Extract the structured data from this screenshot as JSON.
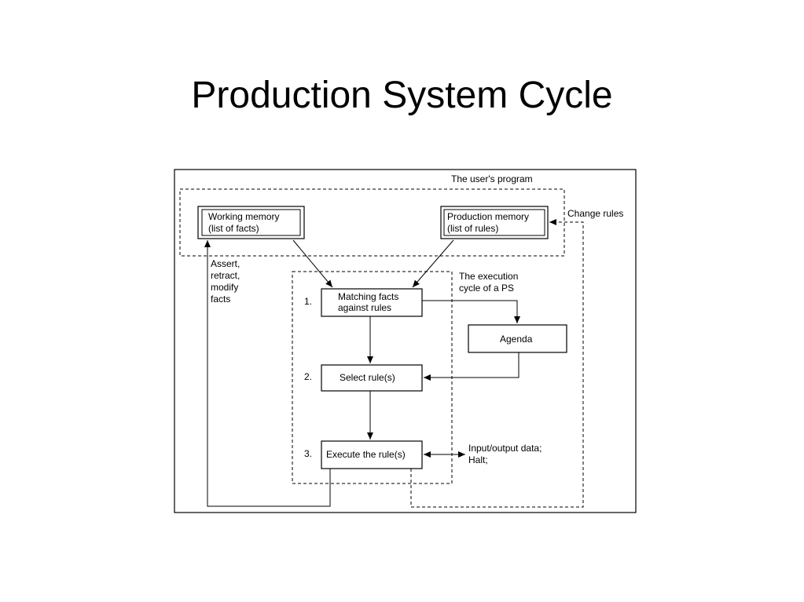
{
  "slide": {
    "title": "Production System Cycle"
  },
  "diagram": {
    "users_program_label": "The user's program",
    "working_memory": {
      "line1": "Working memory",
      "line2": "(list of facts)"
    },
    "production_memory": {
      "line1": "Production memory",
      "line2": "(list of rules)"
    },
    "change_rules_label": "Change rules",
    "assert_label": [
      "Assert,",
      "retract,",
      "modify",
      "facts"
    ],
    "execution_cycle_label": [
      "The execution",
      "cycle of a PS"
    ],
    "steps": [
      {
        "number": "1.",
        "line1": "Matching facts",
        "line2": "against rules"
      },
      {
        "number": "2.",
        "line1": "Select rule(s)",
        "line2": ""
      },
      {
        "number": "3.",
        "line1": "Execute the rule(s)",
        "line2": ""
      }
    ],
    "agenda_label": "Agenda",
    "io_label": [
      "Input/output data;",
      "Halt;"
    ]
  }
}
